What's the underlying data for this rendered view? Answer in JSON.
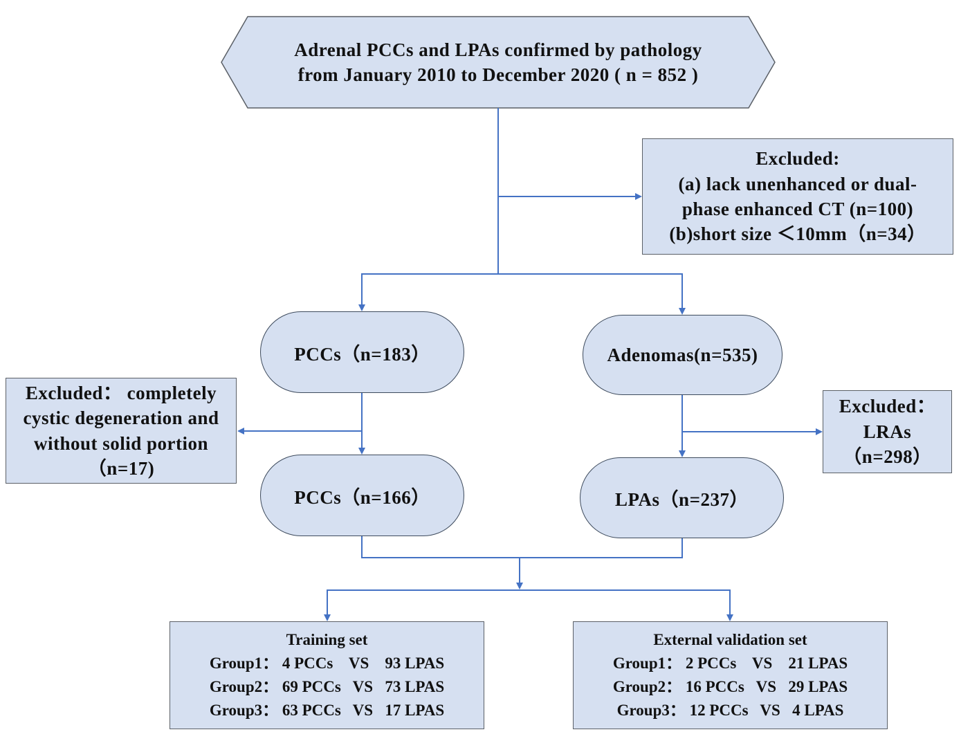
{
  "colors": {
    "fill": "#d6e0f1",
    "border": "#5a5f66",
    "arrow": "#4472c4"
  },
  "top": {
    "lines": [
      "Adrenal PCCs and LPAs confirmed by pathology",
      "from January 2010 to December 2020 ( n =  852 )"
    ]
  },
  "excluded1": {
    "lines": [
      "Excluded:",
      "(a) lack unenhanced or dual-",
      "phase enhanced CT (n=100)",
      "(b)short size ＜10mm（n=34）"
    ]
  },
  "pcc1": "PCCs（n=183）",
  "aden": "Adenomas(n=535)",
  "excluded2": {
    "lines": [
      "Excluded： completely",
      "cystic degeneration and",
      "without solid portion",
      "（n=17)"
    ]
  },
  "excluded3": {
    "lines": [
      "Excluded：",
      "LRAs",
      "（n=298）"
    ]
  },
  "pcc2": "PCCs（n=166）",
  "lpa": "LPAs（n=237）",
  "training": {
    "title": "Training set",
    "rows": [
      "Group1： 4 PCCs    VS    93 LPAS",
      "Group2： 69 PCCs   VS   73 LPAS",
      "Group3： 63 PCCs   VS   17 LPAS"
    ]
  },
  "validation": {
    "title": "External validation set",
    "rows": [
      "Group1： 2 PCCs    VS    21 LPAS",
      "Group2： 16 PCCs   VS   29 LPAS",
      "Group3： 12 PCCs   VS   4 LPAS"
    ]
  }
}
